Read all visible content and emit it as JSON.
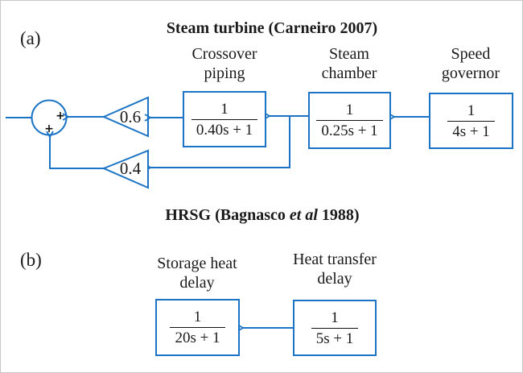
{
  "figure": {
    "panel_a_label": "(a)",
    "panel_b_label": "(b)"
  },
  "colors": {
    "line_blue": "#1b74c5",
    "text_dark": "#1a1a1a",
    "frame_gray": "#c6c6cb"
  },
  "section_a": {
    "title": "Steam turbine (Carneiro 2007)",
    "sum_junction": {
      "sign_right": "+",
      "sign_bottom": "+"
    },
    "gains": {
      "upper": "0.6",
      "lower": "0.4"
    },
    "blocks": {
      "crossover": {
        "label_line1": "Crossover",
        "label_line2": "piping",
        "numerator": "1",
        "denominator": "0.40s + 1"
      },
      "steam_chamber": {
        "label_line1": "Steam",
        "label_line2": "chamber",
        "numerator": "1",
        "denominator": "0.25s + 1"
      },
      "speed_governor": {
        "label_line1": "Speed",
        "label_line2": "governor",
        "numerator": "1",
        "denominator": "4s + 1"
      }
    }
  },
  "section_b": {
    "title_prefix": "HRSG (Bagnasco ",
    "title_italic": "et al",
    "title_suffix": " 1988)",
    "blocks": {
      "storage_heat": {
        "label_line1": "Storage heat",
        "label_line2": "delay",
        "numerator": "1",
        "denominator": "20s + 1"
      },
      "heat_transfer": {
        "label_line1": "Heat transfer",
        "label_line2": "delay",
        "numerator": "1",
        "denominator": "5s + 1"
      }
    }
  }
}
